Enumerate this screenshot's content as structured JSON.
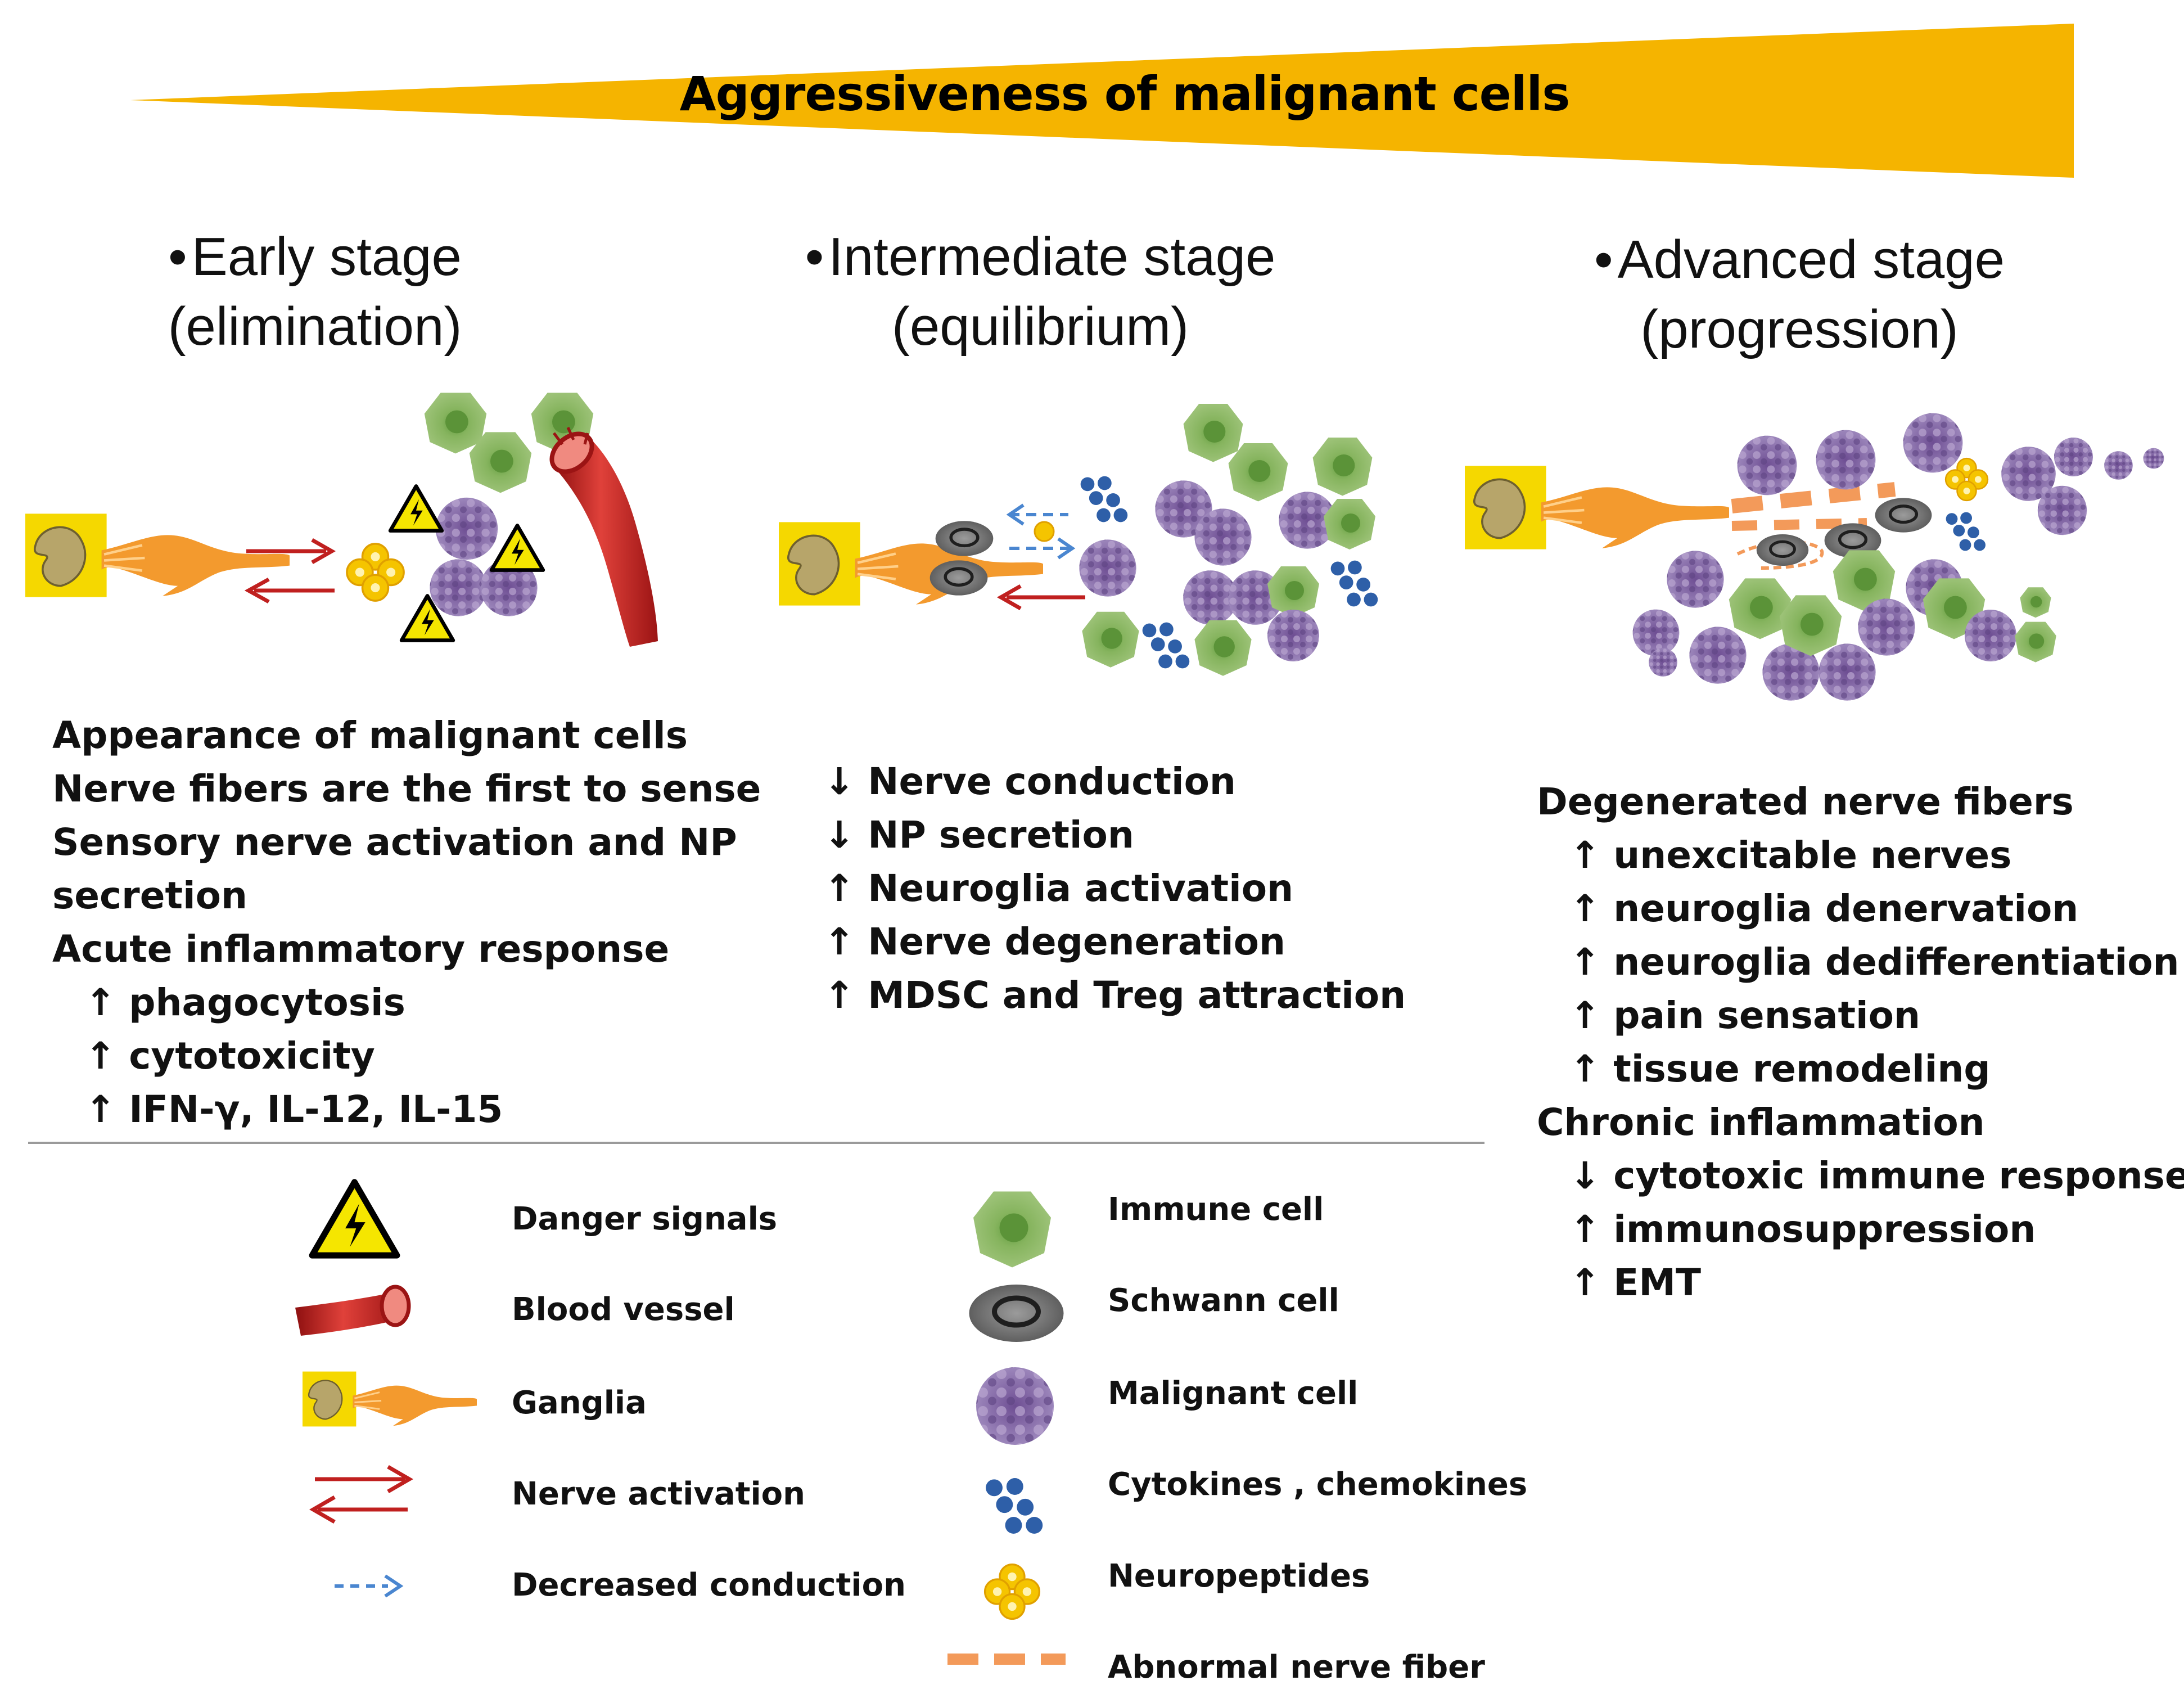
{
  "banner": {
    "title": "Aggressiveness of malignant cells",
    "color": "#F5B400"
  },
  "stages": [
    {
      "name": "Early stage",
      "sub": "(elimination)"
    },
    {
      "name": "Intermediate stage",
      "sub": "(equilibrium)"
    },
    {
      "name": "Advanced stage",
      "sub": "(progression)"
    }
  ],
  "early_text": [
    "Appearance of malignant cells",
    "Nerve fibers are the first to sense",
    "Sensory nerve activation and NP",
    "secretion",
    "Acute inflammatory response",
    "↑ phagocytosis",
    "↑ cytotoxicity",
    "↑ IFN-γ, IL-12, IL-15"
  ],
  "intermediate_text": [
    "↓ Nerve conduction",
    "↓ NP secretion",
    "↑ Neuroglia activation",
    "↑ Nerve degeneration",
    "↑ MDSC and Treg attraction"
  ],
  "advanced_text": [
    "Degenerated nerve fibers",
    "↑ unexcitable nerves",
    "↑ neuroglia denervation",
    "↑ neuroglia dedifferentiation",
    "↑ pain sensation",
    "↑ tissue remodeling",
    "Chronic inflammation",
    "↓ cytotoxic immune response",
    "↑ immunosuppression",
    "↑ EMT"
  ],
  "legend_left": [
    "Danger signals",
    "Blood vessel",
    "Ganglia",
    "Nerve activation",
    "Decreased conduction"
  ],
  "legend_right": [
    "Immune cell",
    "Schwann cell",
    "Malignant cell",
    "Cytokines , chemokines",
    "Neuropeptides",
    "Abnormal nerve fiber"
  ],
  "colors": {
    "immune": "#7FAF55",
    "malignant": "#8A6FA8",
    "schwann": "#7A7A7A",
    "cytokine": "#2E5FA8",
    "neuropeptide": "#F5C400",
    "ganglia_yellow": "#F5D800",
    "nerve_orange": "#F39A2E",
    "vessel": "#C0201F",
    "nerve_arrow": "#C0201F",
    "conduction_arrow": "#4A86D0",
    "abnormal_fiber": "#F39A5A"
  }
}
